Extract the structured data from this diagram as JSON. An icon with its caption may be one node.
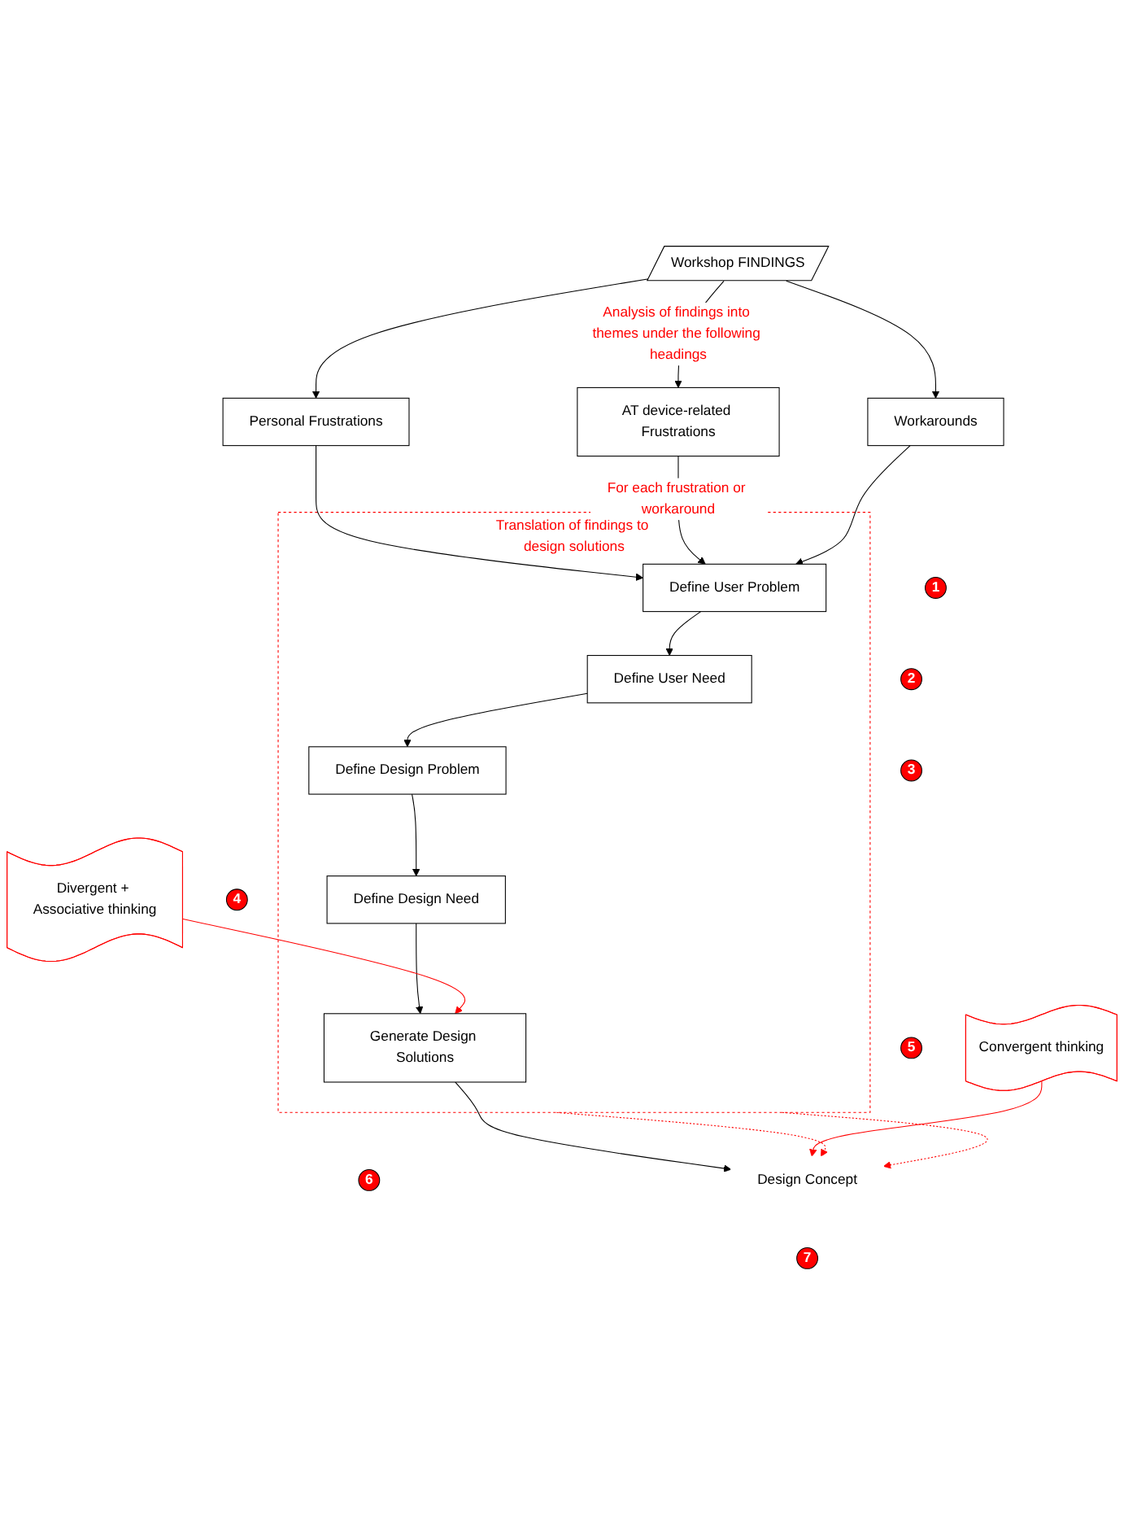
{
  "diagram": {
    "nodes": [
      {
        "text": [
          "Workshop FINDINGS"
        ]
      },
      {
        "text": [
          "Personal Frustrations"
        ]
      },
      {
        "text": [
          "AT device-related Frustrations"
        ]
      },
      {
        "text": [
          "Workarounds"
        ]
      },
      {
        "text": [
          "1"
        ]
      },
      {
        "text": [
          "Translation of findings to design solutions"
        ]
      },
      {
        "text": [
          "Define User Problem"
        ],
        "in": 5
      },
      {
        "text": [
          "2"
        ]
      },
      {
        "text": [
          "Define User Need"
        ],
        "in": 5
      },
      {
        "text": [
          "3"
        ]
      },
      {
        "text": [
          "Define Design Problem"
        ],
        "in": 5
      },
      {
        "text": [
          "4"
        ]
      },
      {
        "text": [
          "Define Design Need"
        ],
        "in": 5
      },
      {
        "text": [
          "5"
        ]
      },
      {
        "text": [
          "Divergent + Associative thinking"
        ]
      },
      {
        "text": [
          "Generate Design Solutions"
        ],
        "in": 5
      },
      {
        "text": [
          "6"
        ]
      },
      {
        "text": [
          "Convergent thinking"
        ]
      },
      {
        "text": [
          "Design Concept"
        ]
      },
      {
        "text": [
          "7"
        ]
      }
    ],
    "edges": [
      {
        "from": 0,
        "to": 1,
        "arrow": "to"
      },
      {
        "from": 0,
        "to": 2,
        "arrow": "to",
        "label": "Analysis of findings into themes under the following headings"
      },
      {
        "from": 0,
        "to": 3,
        "arrow": "to"
      },
      {
        "from": 1,
        "to": 6,
        "arrow": "to"
      },
      {
        "from": 2,
        "to": 6,
        "arrow": "to",
        "label": "For each frustration or workaround"
      },
      {
        "from": 3,
        "to": 6,
        "arrow": "to"
      },
      {
        "from": 6,
        "to": 8,
        "arrow": "to"
      },
      {
        "from": 8,
        "to": 10,
        "arrow": "to"
      },
      {
        "from": 10,
        "to": 12,
        "arrow": "to"
      },
      {
        "from": 12,
        "to": 15,
        "arrow": "to"
      },
      {
        "from": 14,
        "to": 15,
        "arrow": "to",
        "color": "#ff0000"
      },
      {
        "from": 15,
        "to": 18,
        "arrow": "to"
      },
      {
        "from": 17,
        "to": 18,
        "arrow": "to",
        "color": "#ff0000"
      },
      {
        "from": 5,
        "to": 18,
        "arrow": "to",
        "style": "dashed",
        "color": "#ff0000"
      },
      {
        "from": 5,
        "to": 18,
        "arrow": "to",
        "style": "dashed",
        "color": "#ff0000"
      }
    ]
  }
}
